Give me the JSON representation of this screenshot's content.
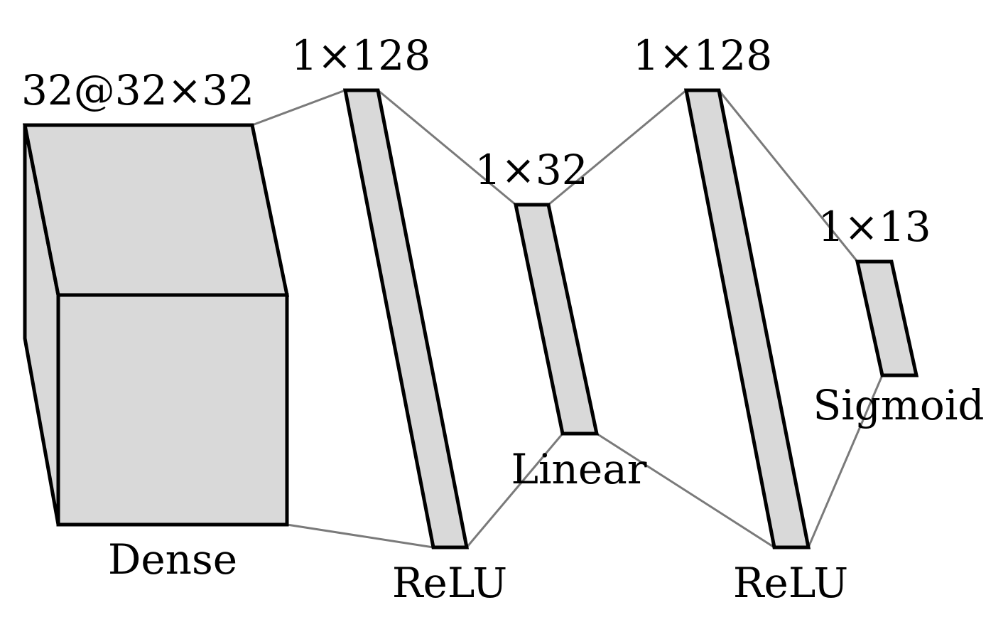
{
  "colors": {
    "layer_fill": "#d9d9d9",
    "layer_stroke": "#000000",
    "connector": "#7a7a7a",
    "text": "#000000"
  },
  "layers": [
    {
      "id": "input",
      "size": "32@32×32",
      "activation": "Dense"
    },
    {
      "id": "enc1",
      "size": "1×128",
      "activation": "ReLU"
    },
    {
      "id": "latent",
      "size": "1×32",
      "activation": "Linear"
    },
    {
      "id": "dec1",
      "size": "1×128",
      "activation": "ReLU"
    },
    {
      "id": "output",
      "size": "1×13",
      "activation": "Sigmoid"
    }
  ]
}
